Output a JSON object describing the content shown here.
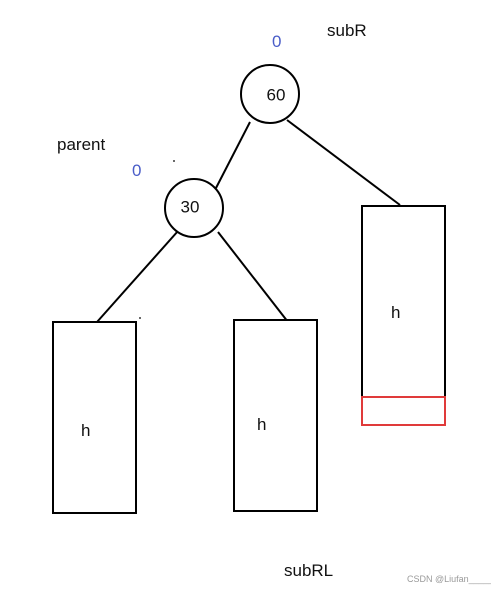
{
  "diagram": {
    "labels": {
      "subR": "subR",
      "parent": "parent",
      "subRL": "subRL",
      "balance_root": "0",
      "balance_parent": "0"
    },
    "nodes": {
      "root": "60",
      "left": "30"
    },
    "subtrees": {
      "left_left": "h",
      "left_right": "h",
      "right": "h"
    },
    "watermark": "CSDN @Liufan_____"
  },
  "colors": {
    "line": "#000000",
    "balance": "#4a5dc8",
    "highlight": "#e03a3a",
    "text": "#111111",
    "watermark": "#9a9a9a"
  }
}
